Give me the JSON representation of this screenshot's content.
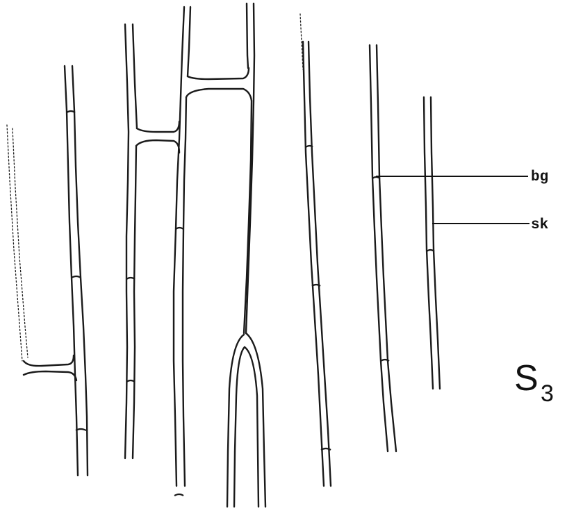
{
  "labels": {
    "bg": "bg",
    "sk": "sk",
    "panel_letter": "S",
    "panel_number": "3"
  }
}
